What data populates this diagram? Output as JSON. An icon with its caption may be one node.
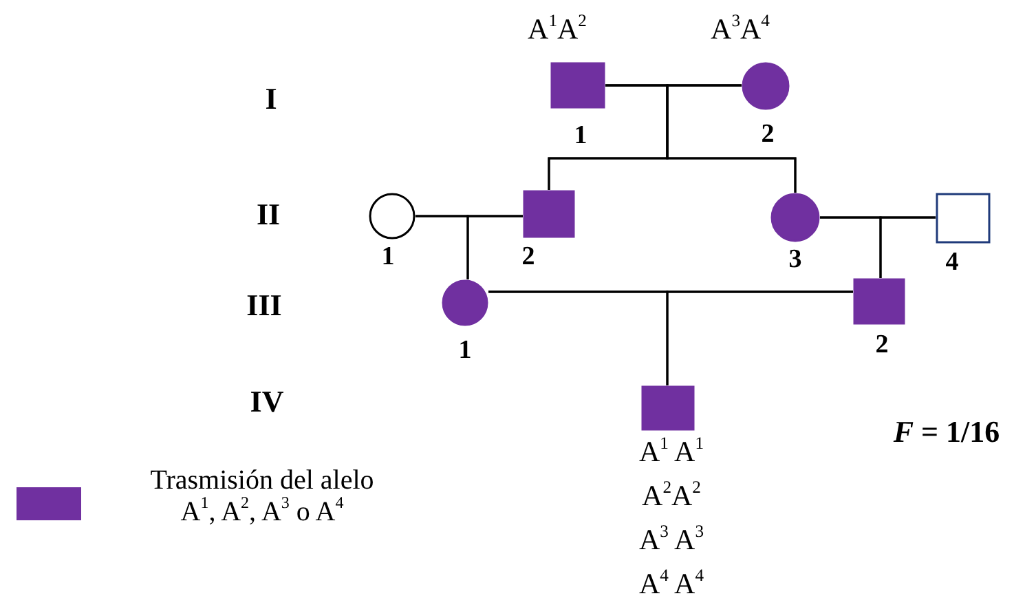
{
  "diagram": {
    "nodes": [
      {
        "text": [
          "A$^{1}$A$^{2}$",
          "1"
        ]
      },
      {
        "text": [
          "A$^{3}$A$^{4}$",
          "2"
        ]
      },
      {
        "text": [
          "1"
        ]
      },
      {
        "text": [
          "2"
        ]
      },
      {
        "text": [
          "3"
        ]
      },
      {
        "text": [
          "4"
        ]
      },
      {
        "text": [
          "1"
        ]
      },
      {
        "text": [
          "2"
        ]
      },
      {
        "text": [
          "A$^{1}$ A$^{1}$",
          "A$^{2}$A$^{2}$",
          "A$^{3}$ A$^{3}$",
          "A$^{4}$ A$^{4}$"
        ]
      }
    ],
    "edges": [
      {
        "from": 0,
        "to": 1,
        "arrow": "none"
      },
      {
        "from": 0,
        "to": 3,
        "arrow": "none"
      },
      {
        "from": 1,
        "to": 3,
        "arrow": "none"
      },
      {
        "from": 0,
        "to": 4,
        "arrow": "none"
      },
      {
        "from": 1,
        "to": 4,
        "arrow": "none"
      },
      {
        "from": 2,
        "to": 3,
        "arrow": "none"
      },
      {
        "from": 4,
        "to": 5,
        "arrow": "none"
      },
      {
        "from": 2,
        "to": 6,
        "arrow": "none"
      },
      {
        "from": 3,
        "to": 6,
        "arrow": "none"
      },
      {
        "from": 4,
        "to": 7,
        "arrow": "none"
      },
      {
        "from": 5,
        "to": 7,
        "arrow": "none"
      },
      {
        "from": 6,
        "to": 7,
        "arrow": "none"
      },
      {
        "from": 6,
        "to": 8,
        "arrow": "none"
      },
      {
        "from": 7,
        "to": 8,
        "arrow": "none"
      }
    ],
    "labels": [
      "I",
      "II",
      "III",
      "IV",
      "*F* = 1/16"
    ],
    "legend": [
      {
        "text": "Trasmisión del alelo A$^{1}$, A$^{2}$, A$^{3}$ o A$^{4}$",
        "color": "#7030a0"
      }
    ]
  }
}
